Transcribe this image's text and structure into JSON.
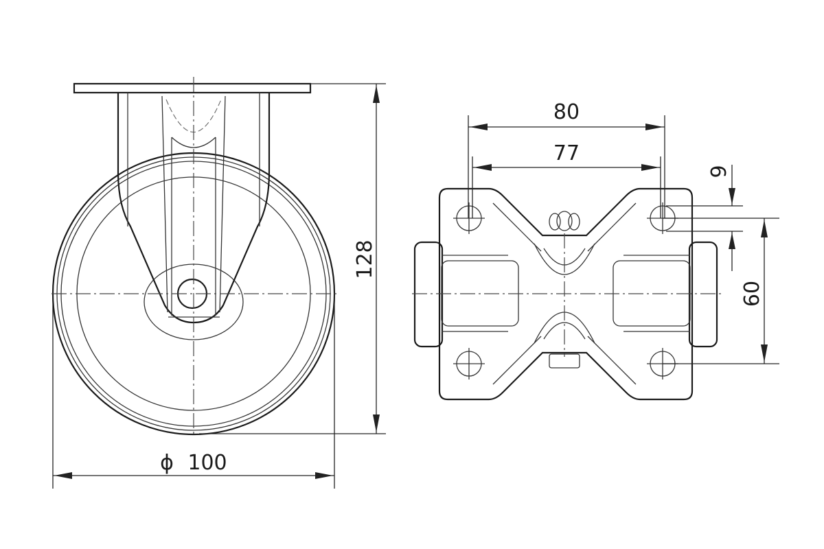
{
  "title": "Fixed castor technical drawing",
  "side_view": {
    "height_dim": "128",
    "diameter_symbol": "ϕ",
    "diameter_dim": "100"
  },
  "top_view": {
    "hole_spacing_outer": "80",
    "hole_spacing_inner": "77",
    "slot_dim": "9",
    "hole_spacing_vertical": "60"
  }
}
